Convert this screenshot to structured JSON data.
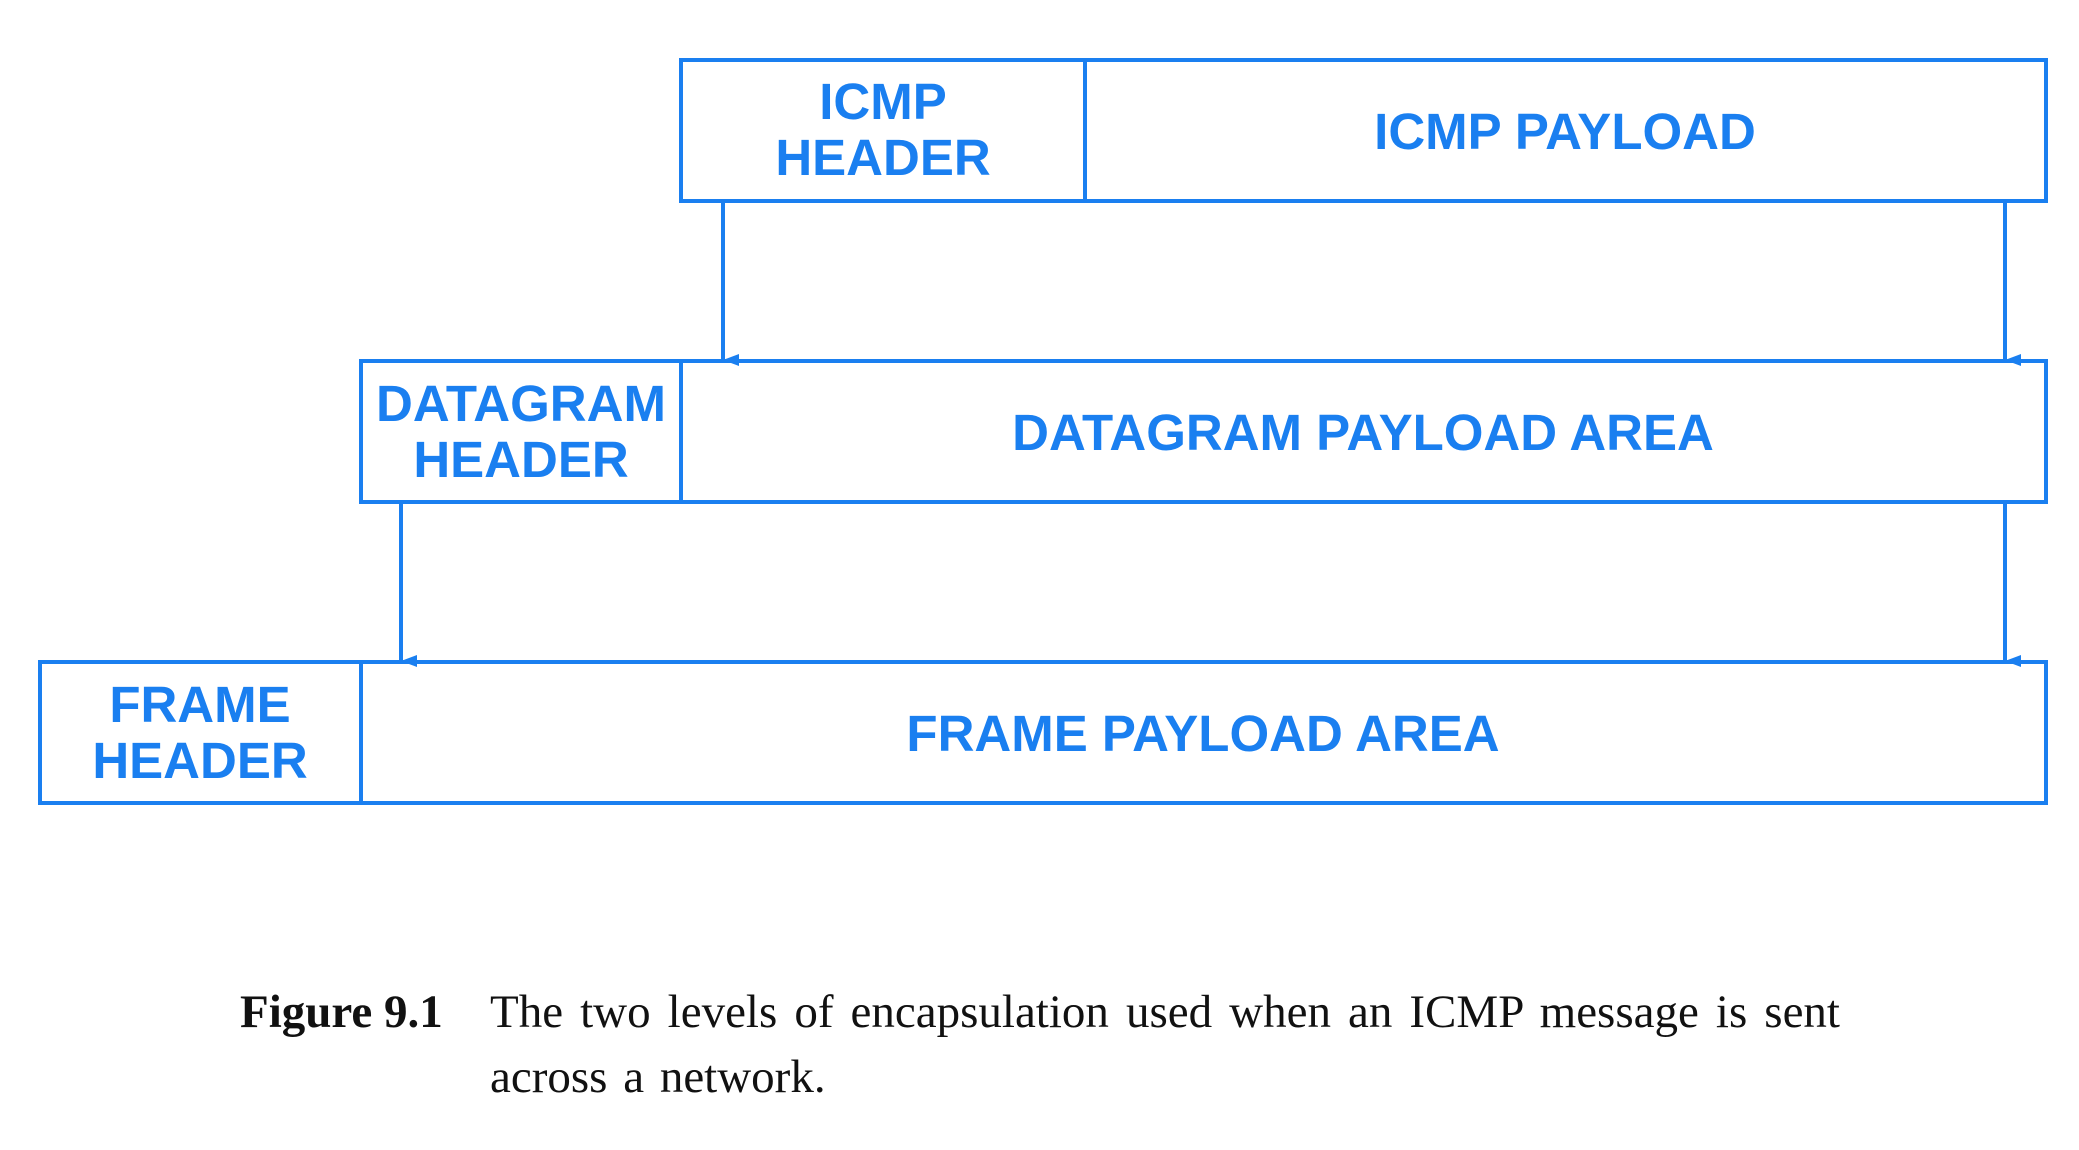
{
  "colors": {
    "stroke": "#1a7ff0",
    "text": "#1a7ff0"
  },
  "icmp": {
    "header_line1": "ICMP",
    "header_line2": "HEADER",
    "payload": "ICMP PAYLOAD"
  },
  "datagram": {
    "header_line1": "DATAGRAM",
    "header_line2": "HEADER",
    "payload": "DATAGRAM PAYLOAD AREA"
  },
  "frame": {
    "header_line1": "FRAME",
    "header_line2": "HEADER",
    "payload": "FRAME PAYLOAD AREA"
  },
  "caption": {
    "label": "Figure 9.1",
    "text": "The two levels of encapsulation used when an ICMP message is sent across a network."
  }
}
